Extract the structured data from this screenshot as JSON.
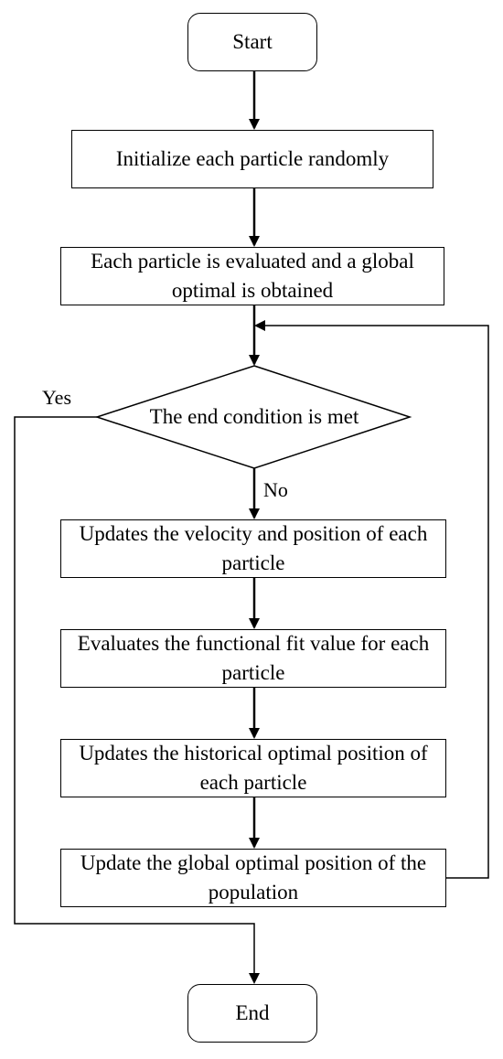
{
  "flowchart": {
    "start": "Start",
    "end": "End",
    "steps": {
      "init": "Initialize each particle randomly",
      "evaluate": "Each particle is evaluated and a global optimal is obtained",
      "update_velocity": "Updates the velocity and position of each particle",
      "evaluate_fit": "Evaluates the functional fit value for each particle",
      "update_historical": "Updates the historical optimal position of each particle",
      "update_global": "Update the global optimal position of the population"
    },
    "decision": "The end condition is met",
    "branches": {
      "yes": "Yes",
      "no": "No"
    }
  }
}
